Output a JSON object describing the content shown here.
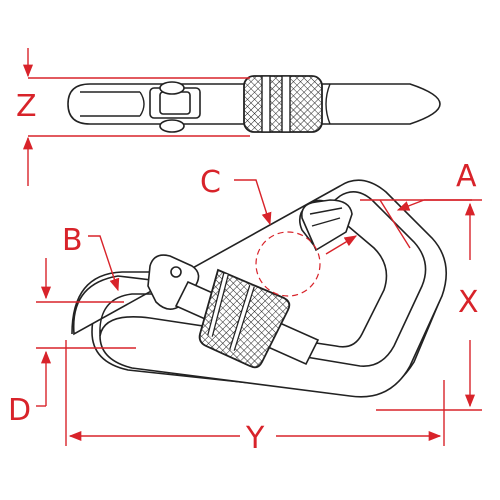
{
  "dimensions": {
    "A": "A",
    "B": "B",
    "C": "C",
    "D": "D",
    "X": "X",
    "Y": "Y",
    "Z": "Z"
  },
  "colors": {
    "dimension": "#d8232a",
    "outline": "#222222",
    "background": "#ffffff"
  }
}
